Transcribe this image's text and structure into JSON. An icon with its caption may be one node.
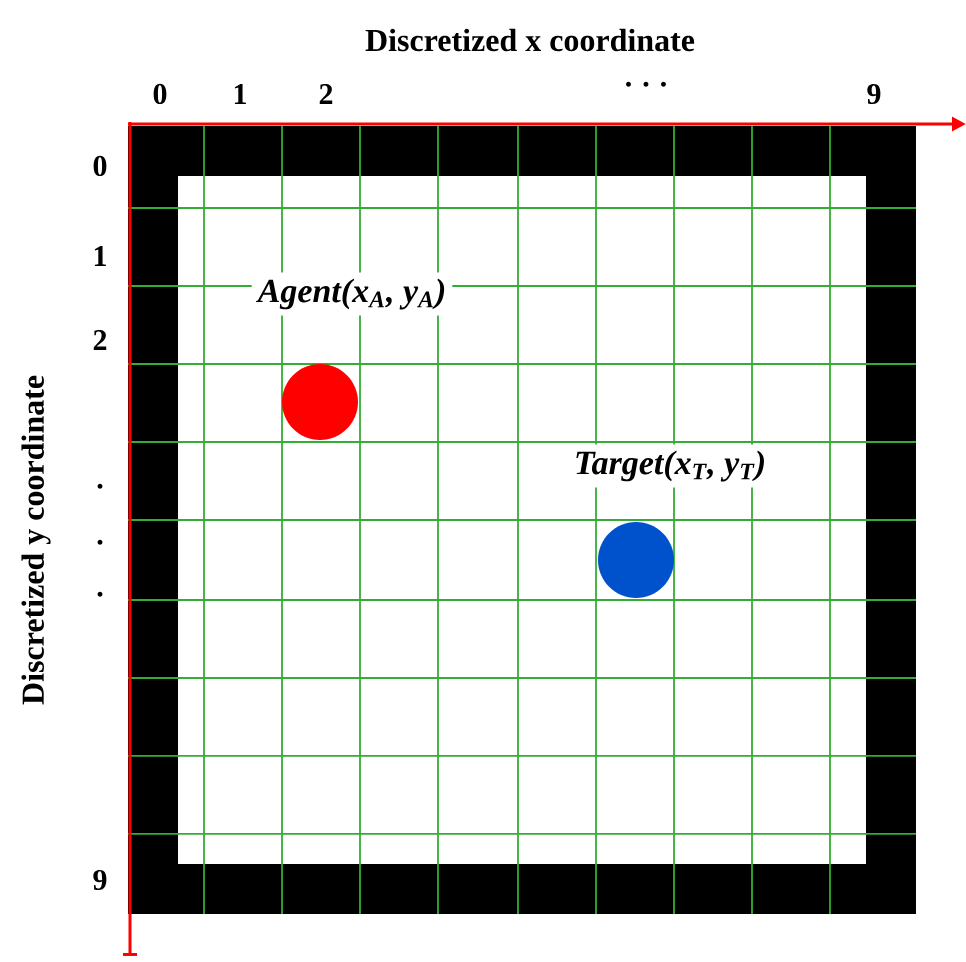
{
  "diagram": {
    "labels": [
      "Discretized x coordinate",
      "0",
      "1",
      "2",
      "· · ·",
      "9",
      "0",
      "1",
      "2",
      "Agent(x$_{A}$, y$_{A}$)",
      "·",
      "·",
      "Target(x$_{T}$, y$_{T}$)",
      "·",
      "9",
      "Discretized y coordinate"
    ]
  }
}
